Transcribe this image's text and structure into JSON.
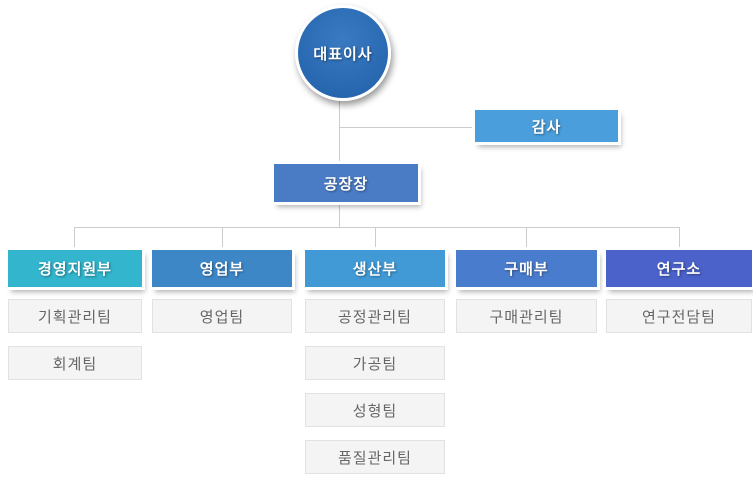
{
  "chart": {
    "type": "org-chart",
    "ceo": {
      "label": "대표이사"
    },
    "auditor": {
      "label": "감사"
    },
    "manager": {
      "label": "공장장"
    },
    "departments": [
      {
        "label": "경영지원부",
        "color": "#32b5cd",
        "teams": [
          "기획관리팀",
          "회계팀"
        ]
      },
      {
        "label": "영업부",
        "color": "#3e87c6",
        "teams": [
          "영업팀"
        ]
      },
      {
        "label": "생산부",
        "color": "#419ad6",
        "teams": [
          "공정관리팀",
          "가공팀",
          "성형팀",
          "품질관리팀"
        ]
      },
      {
        "label": "구매부",
        "color": "#4a7ccd",
        "teams": [
          "구매관리팀"
        ]
      },
      {
        "label": "연구소",
        "color": "#4a62c9",
        "teams": [
          "연구전담팀"
        ]
      }
    ],
    "colors": {
      "ceo_gradient_start": "#3a7ac2",
      "ceo_gradient_end": "#1f60a8",
      "auditor_bg": "#4a9edb",
      "manager_bg": "#4a7cc5",
      "connector": "#cccccc",
      "team_bg": "#f4f4f4",
      "team_border": "#e2e2e2",
      "team_text": "#666666"
    }
  }
}
